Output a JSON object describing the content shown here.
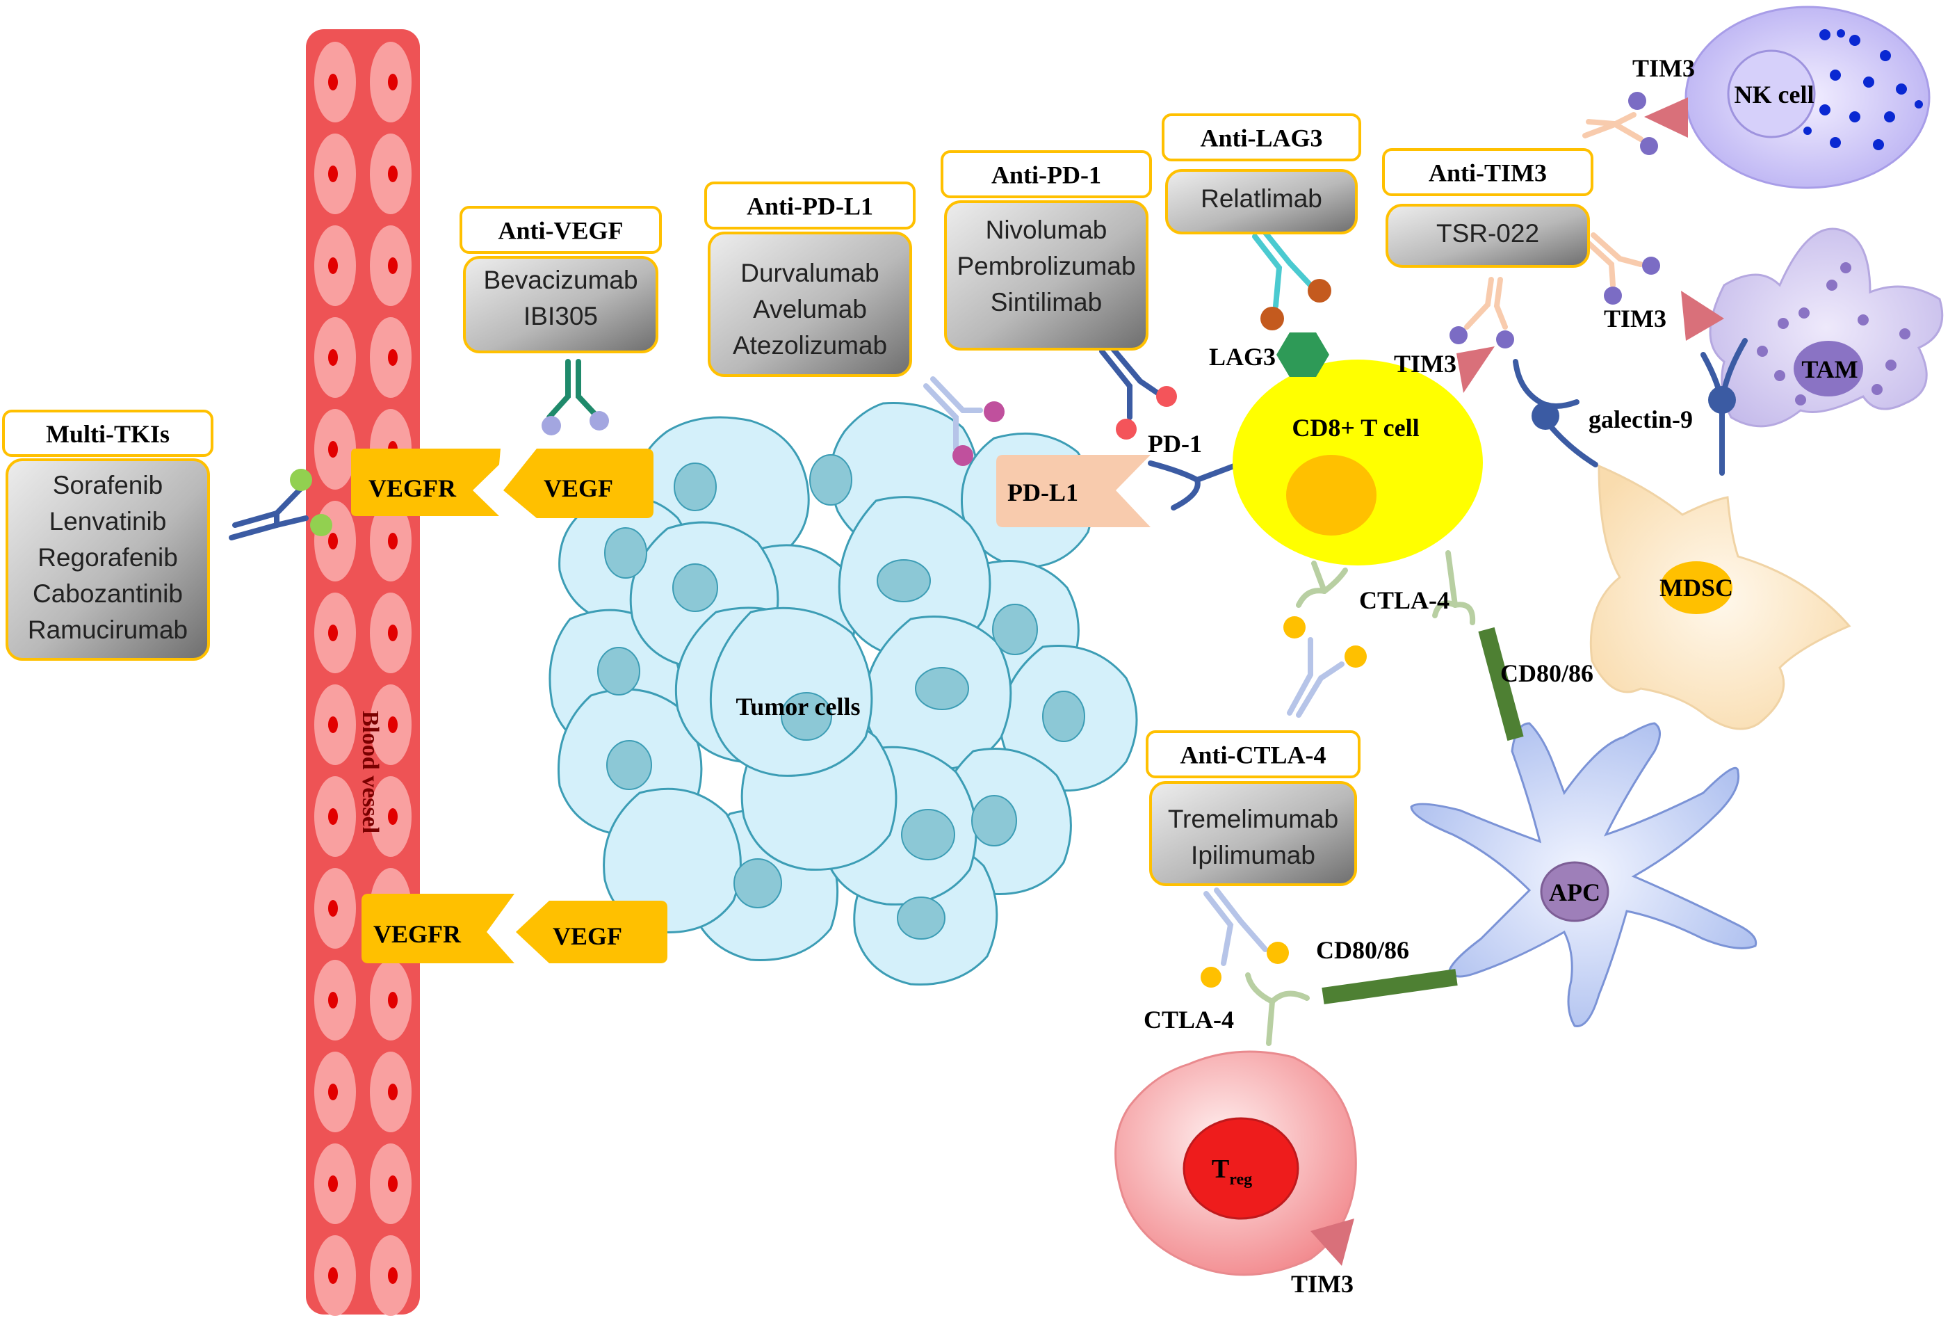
{
  "colors": {
    "gold": "#FFC000",
    "vessel_red": "#EE5355",
    "vessel_pink": "#F9A0A0",
    "tumor_fill": "#D4F0FA",
    "tumor_stroke": "#3C9DB5",
    "tumor_nucleus": "#8CC8D6",
    "tcell_yellow": "#FFFF00",
    "antibody_blue": "#3B5BA3",
    "cd80_green": "#4E8033",
    "tim3_pink": "#D9707A",
    "lag3_green": "#2E9A57"
  },
  "labels": {
    "blood_vessel": "Blood vessel",
    "tumor_cells": "Tumor cells",
    "vegfr_top": "VEGFR",
    "vegf_top": "VEGF",
    "vegfr_bottom": "VEGFR",
    "vegf_bottom": "VEGF",
    "pdl1": "PD-L1",
    "pd1": "PD-1",
    "lag3": "LAG3",
    "cd8": "CD8+ T cell",
    "ctla4_top": "CTLA-4",
    "ctla4_bottom": "CTLA-4",
    "cd8086_top": "CD80/86",
    "cd8086_bottom": "CD80/86",
    "apc": "APC",
    "mdsc": "MDSC",
    "tam": "TAM",
    "nk": "NK cell",
    "galectin9": "galectin-9",
    "tim3_nk": "TIM3",
    "tim3_tam": "TIM3",
    "tim3_cd8": "TIM3",
    "tim3_treg": "TIM3",
    "treg_main": "T",
    "treg_sub": "reg"
  },
  "drug_boxes": {
    "multi_tki": {
      "title": "Multi-TKIs",
      "drugs": [
        "Sorafenib",
        "Lenvatinib",
        "Regorafenib",
        "Cabozantinib",
        "Ramucirumab"
      ]
    },
    "anti_vegf": {
      "title": "Anti-VEGF",
      "drugs": [
        "Bevacizumab",
        "IBI305"
      ]
    },
    "anti_pdl1": {
      "title": "Anti-PD-L1",
      "drugs": [
        "Durvalumab",
        "Avelumab",
        "Atezolizumab"
      ]
    },
    "anti_pd1": {
      "title": "Anti-PD-1",
      "drugs": [
        "Nivolumab",
        "Pembrolizumab",
        "Sintilimab"
      ]
    },
    "anti_lag3": {
      "title": "Anti-LAG3",
      "drugs": [
        "Relatlimab"
      ]
    },
    "anti_tim3": {
      "title": "Anti-TIM3",
      "drugs": [
        "TSR-022"
      ]
    },
    "anti_ctla4": {
      "title": "Anti-CTLA-4",
      "drugs": [
        "Tremelimumab",
        "Ipilimumab"
      ]
    }
  }
}
